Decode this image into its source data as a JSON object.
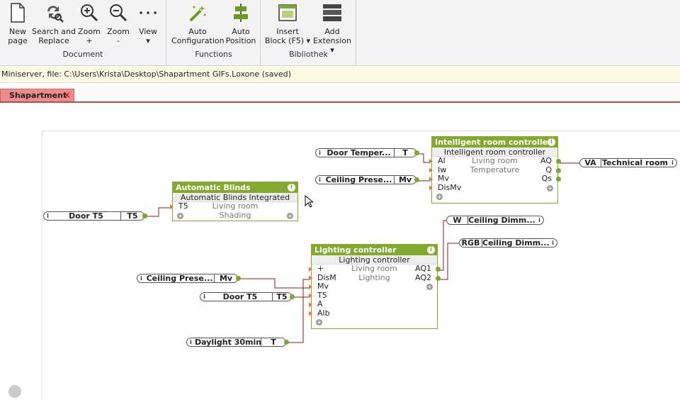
{
  "ribbon": {
    "document": {
      "group_label": "Document",
      "new_page": "New\npage",
      "search_replace": "Search and\nReplace",
      "zoom_in": "Zoom\n+",
      "zoom_out": "Zoom\n-",
      "view": "View\n▾"
    },
    "functions": {
      "group_label": "Functions",
      "auto_config": "Auto\nConfiguration",
      "auto_position": "Auto\nPosition"
    },
    "library": {
      "group_label": "Bibliothek",
      "insert_block": "Insert\nBlock (F5) ▾",
      "add_extension": "Add\nExtension ▾"
    }
  },
  "status": {
    "text": "Miniserver, file: C:\\Users\\Krista\\Desktop\\Shapartment GIFs.Loxone (saved)"
  },
  "tabs": [
    {
      "label": "Shapartment",
      "close": "×"
    }
  ],
  "io": {
    "door_temp": {
      "name": "Door Temper...",
      "type": "T"
    },
    "ceiling_pres_1": {
      "name": "Ceiling Prese...",
      "type": "Mv"
    },
    "door_t5_left": {
      "name": "Door T5",
      "type": "T5"
    },
    "ceiling_pres_2": {
      "name": "Ceiling Prese...",
      "type": "Mv"
    },
    "door_t5_mid": {
      "name": "Door T5",
      "type": "T5"
    },
    "daylight": {
      "name": "Daylight 30min",
      "type": "T"
    },
    "technical_room": {
      "type": "VA",
      "name": "Technical room"
    },
    "ceiling_dimm_w": {
      "type": "W",
      "name": "Ceiling Dimm..."
    },
    "ceiling_dimm_rgb": {
      "type": "RGB",
      "name": "Ceiling Dimm..."
    }
  },
  "blocks": {
    "blinds": {
      "title": "Automatic Blinds",
      "subtitle": "Automatic Blinds Integrated",
      "in1": "T5",
      "mid1": "Living room",
      "mid2": "Shading"
    },
    "room": {
      "title": "Intelligent room controller",
      "subtitle": "Intelligent room controller",
      "in": [
        "AI",
        "Iw",
        "Mv",
        "DisMv"
      ],
      "mid": [
        "Living room",
        "Temperature",
        "",
        ""
      ],
      "out": [
        "AQ",
        "Q",
        "Qs",
        ""
      ]
    },
    "lighting": {
      "title": "Lighting controller",
      "subtitle": "Lighting controller",
      "in": [
        "+",
        "DisM",
        "Mv",
        "T5",
        "A",
        "Alb"
      ],
      "mid": [
        "Living room",
        "Lighting",
        "",
        "",
        "",
        ""
      ],
      "out": [
        "AQ1",
        "AQ2",
        "",
        "",
        "",
        ""
      ]
    },
    "info_glyph": "i",
    "plus_glyph": "+"
  },
  "colors": {
    "block_header": "#83a92e",
    "tab": "#f08b8b",
    "status_bg": "#fdfbe3",
    "wire": "#8b1a1a"
  }
}
